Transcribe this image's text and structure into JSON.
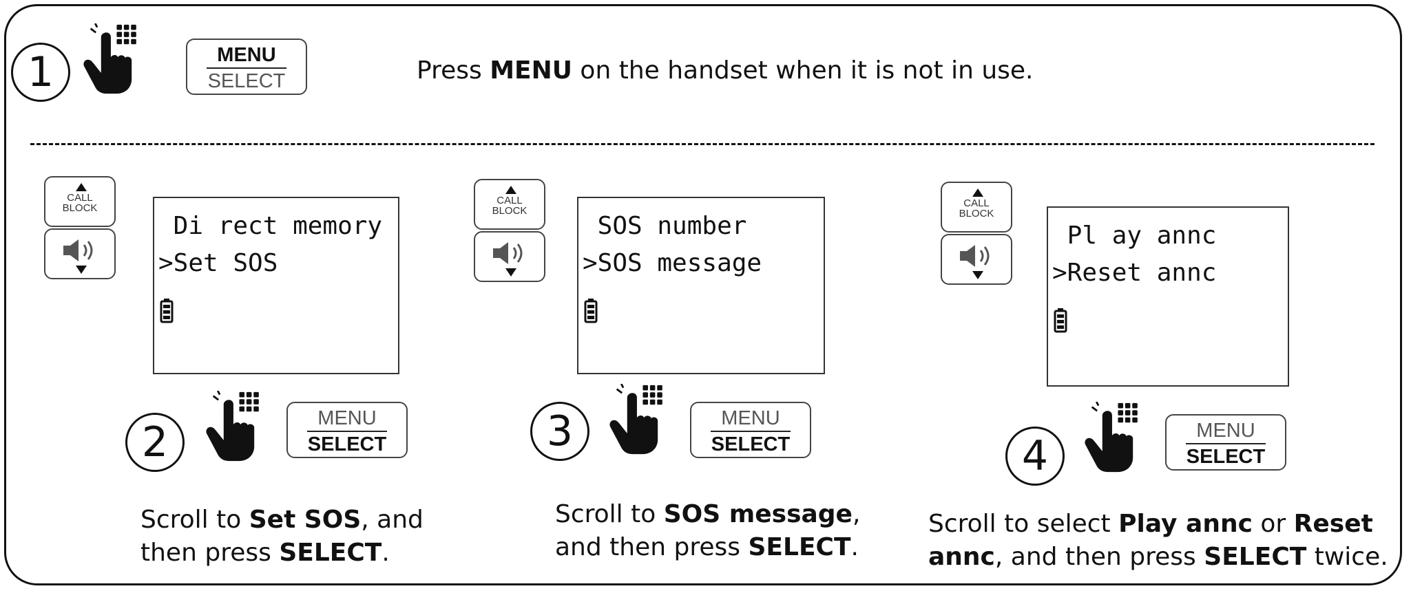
{
  "step1": {
    "number": "1",
    "key_top": "MENU",
    "key_bottom": "SELECT",
    "instruction": {
      "pre": "Press ",
      "bold": "MENU",
      "post": " on the handset when it is not in use."
    }
  },
  "nav_keys": {
    "up_label_1": "CALL",
    "up_label_2": "BLOCK",
    "up_icon": "triangle-up-icon",
    "down_icon": "speaker-volume-icon"
  },
  "panels": [
    {
      "number": "2",
      "screen_line1": " Di rect memory",
      "screen_line2": ">Set SOS",
      "key_top": "MENU",
      "key_bottom": "SELECT",
      "caption": {
        "a": "Scroll to ",
        "b": "Set SOS",
        "c": ", and",
        "d": "then press ",
        "e": "SELECT",
        "f": "."
      }
    },
    {
      "number": "3",
      "screen_line1": " SOS number",
      "screen_line2": ">SOS message",
      "key_top": "MENU",
      "key_bottom": "SELECT",
      "caption": {
        "a": "Scroll to ",
        "b": "SOS message",
        "c": ",",
        "d": "and then press ",
        "e": "SELECT",
        "f": "."
      }
    },
    {
      "number": "4",
      "screen_line1": " Pl ay annc",
      "screen_line2": ">Reset annc",
      "key_top": "MENU",
      "key_bottom": "SELECT",
      "caption": {
        "a": "Scroll to select ",
        "b": "Play annc",
        "c": " or ",
        "d": "Reset",
        "e": "annc",
        "f": ", and then press ",
        "g": "SELECT",
        "h": " twice."
      }
    }
  ]
}
